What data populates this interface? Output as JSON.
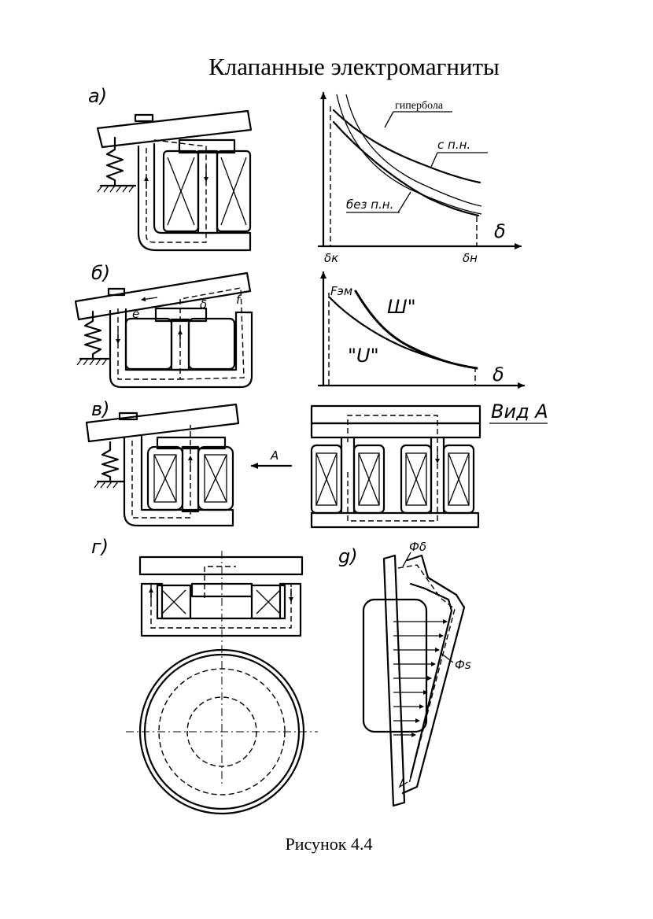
{
  "title": "Клапанные электромагниты",
  "caption": "Рисунок 4.4",
  "panels": {
    "a": "а)",
    "b": "б)",
    "v": "в)",
    "g": "г)",
    "d": "g)"
  },
  "graph1": {
    "hyperbola": "гипербола",
    "with_pn": "с п.н.",
    "without_pn": "без п.н.",
    "x_axis": "δ",
    "tick_min": "δк",
    "tick_max": "δн"
  },
  "graph2": {
    "y_axis": "Fэм",
    "curve_sh": "Ш\"",
    "curve_u": "\"U\"",
    "x_axis": "δ"
  },
  "panel_b_marks": {
    "e": "e",
    "delta": "δ",
    "f": "f"
  },
  "view_a": {
    "label": "Вид А",
    "arrow": "A"
  },
  "panel_d": {
    "flux_delta": "Фδ",
    "flux_s": "Фs"
  }
}
